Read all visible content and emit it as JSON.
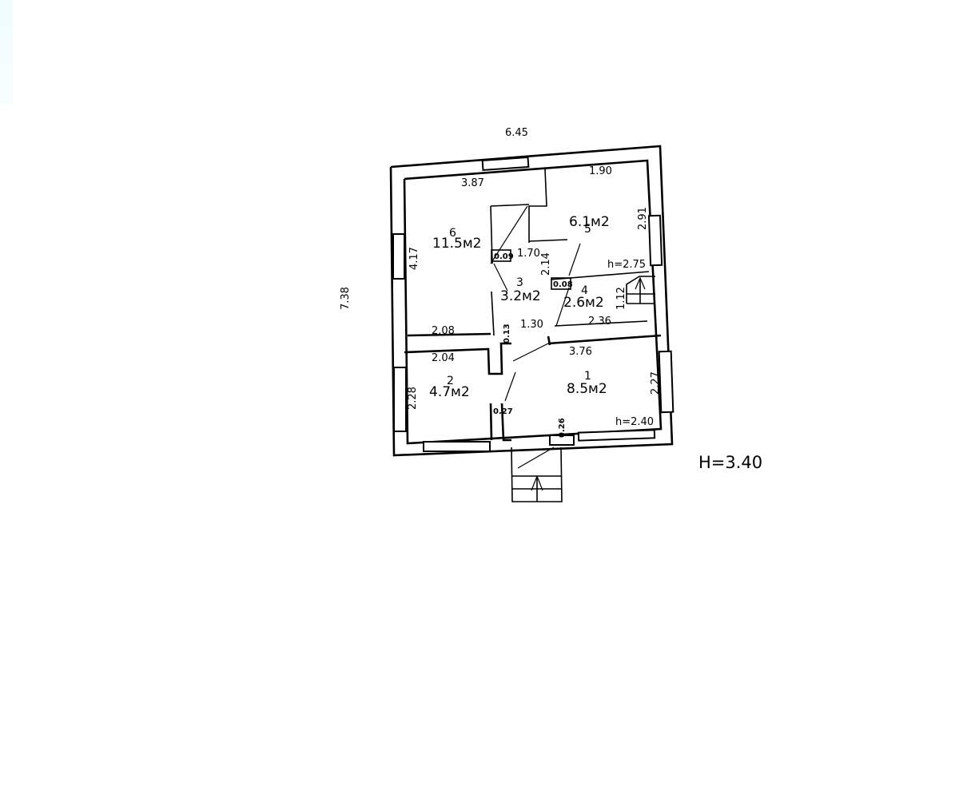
{
  "plan": {
    "overall": {
      "width_label": "6.45",
      "depth_label": "7.38",
      "building_height": "H=3.40"
    },
    "rooms": [
      {
        "number": "1",
        "area": "8.5м2",
        "dims": [
          "3.76",
          "2.27"
        ],
        "height": "h=2.40"
      },
      {
        "number": "2",
        "area": "4.7м2",
        "dims": [
          "2.04",
          "2.28"
        ]
      },
      {
        "number": "3",
        "area": "3.2м2",
        "dims": [
          "1.70",
          "2.14",
          "1.30"
        ]
      },
      {
        "number": "4",
        "area": "2.6м2",
        "dims": [
          "2.36",
          "1.12"
        ],
        "height": "h=2.75"
      },
      {
        "number": "5",
        "area": "6.1м2",
        "dims": [
          "1.90",
          "2.91"
        ]
      },
      {
        "number": "6",
        "area": "11.5м2",
        "dims": [
          "3.87",
          "4.17",
          "2.08"
        ]
      }
    ],
    "small_labels": {
      "wall_a": "0.09",
      "wall_b": "0.08",
      "wall_c": "0.13",
      "wall_d": "0.27",
      "wall_e": "0.26"
    }
  }
}
